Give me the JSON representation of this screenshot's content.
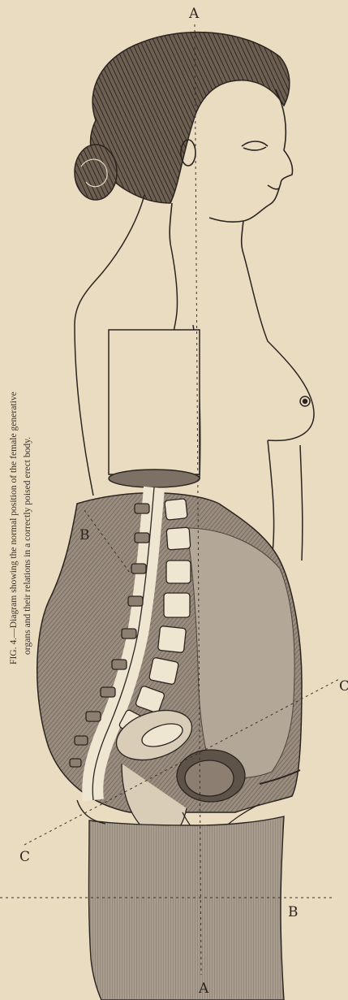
{
  "figure": {
    "caption_line1": "FIG. 4.—Diagram showing the normal position of the female generative",
    "caption_line2": "organs and their relations in a correctly poised erect body."
  },
  "labels": {
    "a_top": "A",
    "a_bottom": "A",
    "b_left": "B",
    "b_right": "B",
    "c_left": "C",
    "c_right": "C"
  },
  "colors": {
    "paper": "#e9dcc1",
    "ink": "#2b2520",
    "tissue": "#8c7f72",
    "bone": "#efe6d2"
  }
}
